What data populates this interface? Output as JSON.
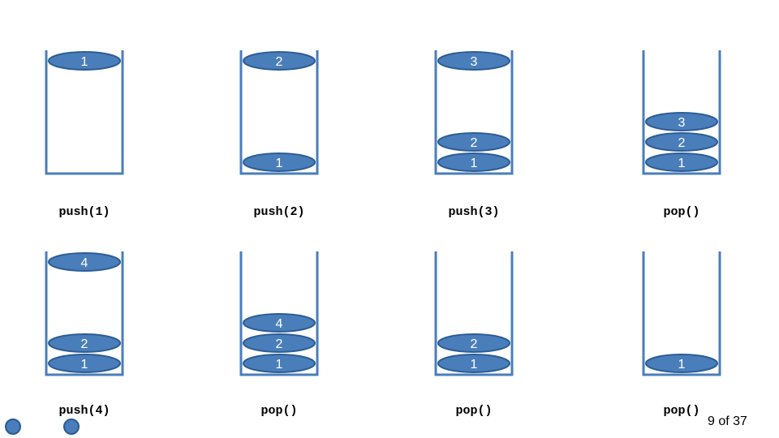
{
  "colors": {
    "container": "#4a7ebb",
    "disk_fill": "#4a7ebb",
    "disk_stroke": "#2c5d94",
    "disk_text": "#ffffff",
    "label_text": "#000000"
  },
  "panels": [
    {
      "operation": "push(1)",
      "bottom": [],
      "lifted": "1"
    },
    {
      "operation": "push(2)",
      "bottom": [
        "1"
      ],
      "lifted": "2"
    },
    {
      "operation": "push(3)",
      "bottom": [
        "1",
        "2"
      ],
      "lifted": "3"
    },
    {
      "operation": "pop()",
      "bottom": [
        "1",
        "2",
        "3"
      ],
      "lifted": null
    },
    {
      "operation": "push(4)",
      "bottom": [
        "1",
        "2"
      ],
      "lifted": "4"
    },
    {
      "operation": "pop()",
      "bottom": [
        "1",
        "2",
        "4"
      ],
      "lifted": null
    },
    {
      "operation": "pop()",
      "bottom": [
        "1",
        "2"
      ],
      "lifted": null
    },
    {
      "operation": "pop()",
      "bottom": [
        "1"
      ],
      "lifted": null
    }
  ],
  "footer": {
    "page": "9 of 37"
  },
  "nav": {
    "prev_icon": "circle-icon",
    "next_icon": "circle-icon"
  }
}
